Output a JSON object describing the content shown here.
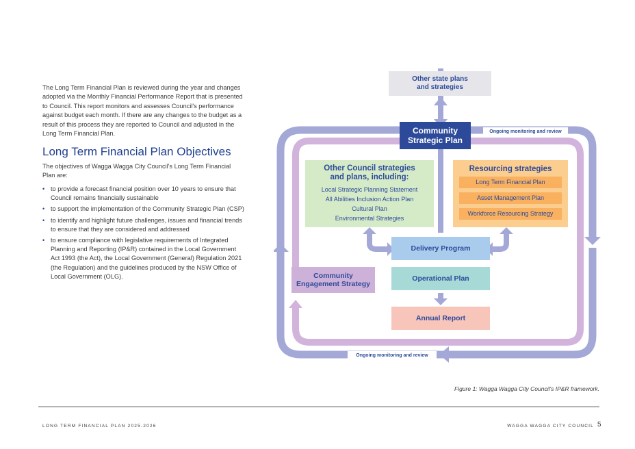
{
  "intro_text": "The Long Term Financial Plan is reviewed during the year and changes adopted via the Monthly Financial Performance Report that is presented to Council. This report monitors and assesses Council's performance against budget each month. If there are any changes to the budget as a result of this process they are reported to Council and adjusted in the Long Term Financial Plan.",
  "heading": "Long Term Financial Plan Objectives",
  "objectives_intro": "The objectives of Wagga Wagga City Council's Long Term Financial Plan are:",
  "objectives": [
    "to provide a forecast financial position over 10 years to ensure that Council remains financially sustainable",
    "to support the implementation of the Community Strategic Plan (CSP)",
    "to identify and highlight future challenges, issues and financial trends to ensure that they are considered and addressed",
    "to ensure compliance with legislative requirements of Integrated Planning and Reporting (IP&R) contained in the Local Government Act 1993 (the Act), the Local Government (General) Regulation 2021 (the Regulation) and the guidelines produced by the NSW Office of Local Government (OLG)."
  ],
  "diagram": {
    "state_plans": [
      "Other state plans",
      "and strategies"
    ],
    "csp": [
      "Community",
      "Strategic Plan"
    ],
    "monitoring_top": "Ongoing monitoring and review",
    "monitoring_bottom": "Ongoing monitoring and review",
    "other_council_title": [
      "Other Council strategies",
      "and plans, including:"
    ],
    "other_council_items": [
      "Local Strategic Planning Statement",
      "All Abilities Inclusion Action Plan",
      "Cultural Plan",
      "Environmental Strategies"
    ],
    "resourcing_title": "Resourcing strategies",
    "resourcing_items": [
      "Long Term Financial Plan",
      "Asset Management Plan",
      "Workforce Resourcing Strategy"
    ],
    "delivery": "Delivery Program",
    "operational": "Operational Plan",
    "annual": "Annual Report",
    "engagement": [
      "Community",
      "Engagement Strategy"
    ],
    "colors": {
      "navy": "#2d4a9a",
      "outer_loop": "#a3a8d6",
      "inner_loop": "#d2b3dc",
      "green": "#d5ebc8",
      "orange": "#fbcd8f",
      "orange_item": "#f9b15f",
      "blue": "#a9cbec",
      "teal": "#a7dad6",
      "pink": "#f8c5bb",
      "lavender": "#cdb1d8",
      "grey": "#e6e6ea"
    }
  },
  "caption": "Figure 1: Wagga Wagga City Council's IP&R framework.",
  "footer_left": "LONG TERM FINANCIAL PLAN 2025-2026",
  "footer_right": "WAGGA WAGGA CITY COUNCIL",
  "page_number": "5"
}
